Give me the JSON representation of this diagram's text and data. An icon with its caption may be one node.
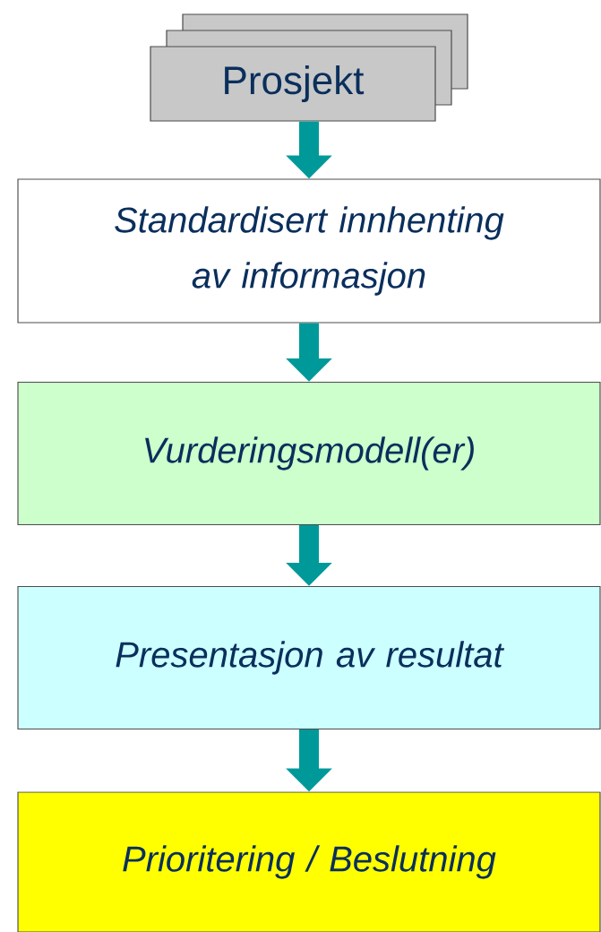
{
  "diagram": {
    "nodes": [
      {
        "text": [
          "Prosjekt"
        ]
      },
      {
        "text": [
          "Standardisert innhenting av informasjon"
        ]
      },
      {
        "text": [
          "Vurderingsmodell(er)"
        ]
      },
      {
        "text": [
          "Presentasjon av resultat"
        ]
      },
      {
        "text": [
          "Prioritering / Beslutning"
        ]
      }
    ],
    "edges": [
      {
        "from": 0,
        "to": 1,
        "arrow": "to"
      },
      {
        "from": 1,
        "to": 2,
        "arrow": "to"
      },
      {
        "from": 2,
        "to": 3,
        "arrow": "to"
      },
      {
        "from": 3,
        "to": 4,
        "arrow": "to"
      }
    ]
  }
}
